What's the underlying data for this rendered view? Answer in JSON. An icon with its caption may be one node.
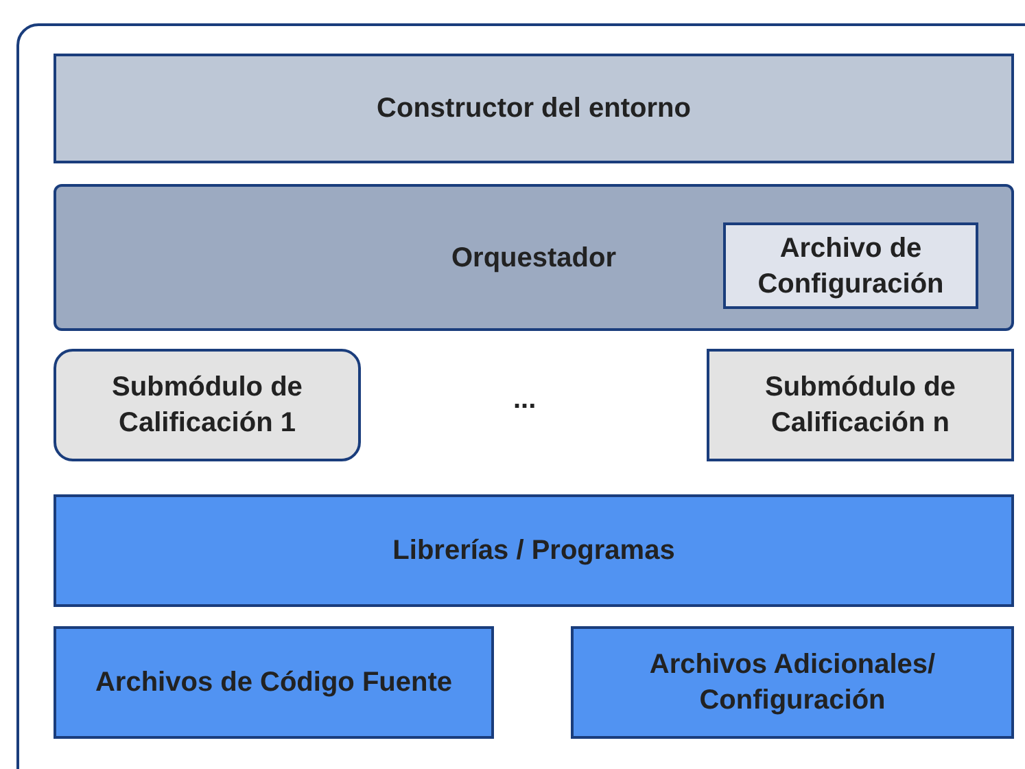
{
  "diagram": {
    "nodes": [
      {
        "text": [],
        "shape": "box"
      },
      {
        "text": [
          "Constructor del entorno"
        ],
        "in": 0
      },
      {
        "text": [
          "Orquestador"
        ],
        "in": 0
      },
      {
        "text": [
          "Archivo de Configuración"
        ],
        "in": 2
      },
      {
        "text": [
          "Submódulo de Calificación 1"
        ],
        "in": 0
      },
      {
        "text": [
          "Submódulo de Calificación n"
        ],
        "in": 0
      },
      {
        "text": [
          "Librerías / Programas"
        ],
        "in": 0
      },
      {
        "text": [
          "Archivos de Código Fuente"
        ],
        "in": 0
      },
      {
        "text": [
          "Archivos Adicionales/ Configuración"
        ],
        "in": 0
      }
    ],
    "edges": [],
    "labels": [
      "..."
    ]
  }
}
